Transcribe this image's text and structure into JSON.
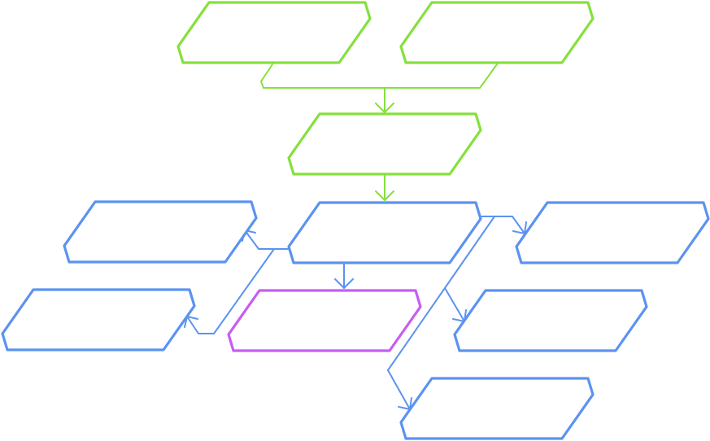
{
  "diagram": {
    "type": "flowchart",
    "colors": {
      "input": "#86e03c",
      "process": "#5b93f0",
      "highlight": "#c75cf5"
    },
    "nodes": [
      {
        "id": "input-a",
        "group": "input",
        "label": ""
      },
      {
        "id": "input-b",
        "group": "input",
        "label": ""
      },
      {
        "id": "merge",
        "group": "input",
        "label": ""
      },
      {
        "id": "hub",
        "group": "process",
        "label": ""
      },
      {
        "id": "left-top",
        "group": "process",
        "label": ""
      },
      {
        "id": "left-bottom",
        "group": "process",
        "label": ""
      },
      {
        "id": "center-selected",
        "group": "highlight",
        "label": ""
      },
      {
        "id": "right-top",
        "group": "process",
        "label": ""
      },
      {
        "id": "right-middle",
        "group": "process",
        "label": ""
      },
      {
        "id": "right-bottom",
        "group": "process",
        "label": ""
      }
    ],
    "edges": [
      {
        "from": "input-a",
        "to": "merge",
        "group": "input"
      },
      {
        "from": "input-b",
        "to": "merge",
        "group": "input"
      },
      {
        "from": "merge",
        "to": "hub",
        "group": "input"
      },
      {
        "from": "hub",
        "to": "left-top",
        "group": "process"
      },
      {
        "from": "hub",
        "to": "left-bottom",
        "group": "process"
      },
      {
        "from": "hub",
        "to": "center-selected",
        "group": "process"
      },
      {
        "from": "hub",
        "to": "right-top",
        "group": "process"
      },
      {
        "from": "hub",
        "to": "right-middle",
        "group": "process"
      },
      {
        "from": "hub",
        "to": "right-bottom",
        "group": "process"
      }
    ]
  }
}
